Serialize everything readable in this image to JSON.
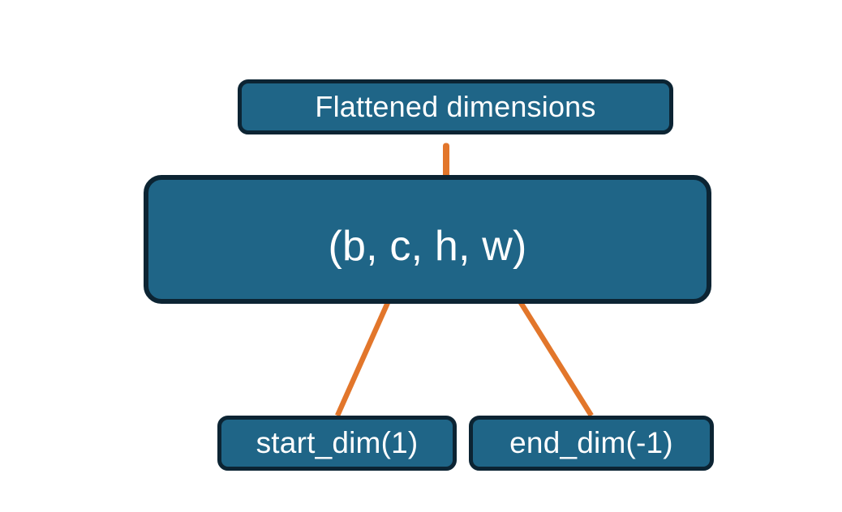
{
  "diagram": {
    "title_node": {
      "label": "Flattened dimensions"
    },
    "shape_node": {
      "label": "(b, c, h, w)"
    },
    "start_node": {
      "label": "start_dim(1)"
    },
    "end_node": {
      "label": "end_dim(-1)"
    },
    "connectors": {
      "brace": "curly-brace-pointing-up",
      "arrow_start": "arrow-from-start-dim-to-c",
      "arrow_end": "arrow-from-end-dim-to-w"
    },
    "colors": {
      "node_fill": "#1f6587",
      "node_border": "#0c2433",
      "node_text": "#ffffff",
      "connector": "#e2762b",
      "background": "#ffffff"
    }
  }
}
